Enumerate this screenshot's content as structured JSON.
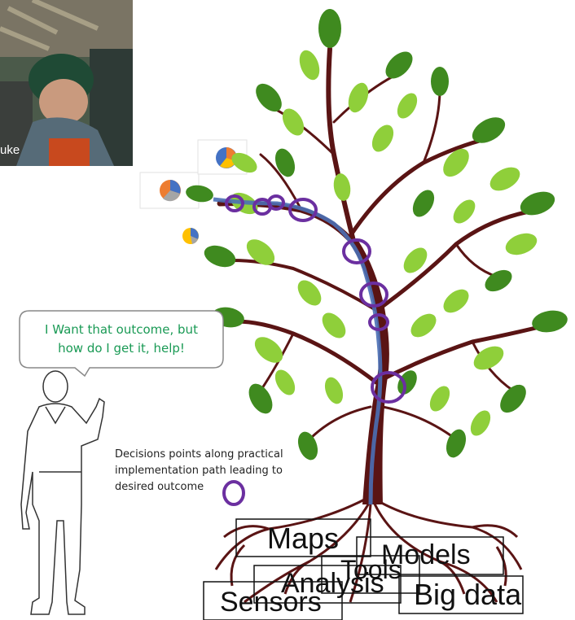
{
  "photo": {
    "caption": "uke"
  },
  "speech_bubble": {
    "line1": "I Want that outcome, but",
    "line2": "how do I get it, help!"
  },
  "decision_note": {
    "line1": "Decisions points along practical",
    "line2": "implementation path leading to",
    "line3": "desired outcome"
  },
  "root_labels": {
    "maps": "Maps",
    "models": "Models",
    "tools": "Tools",
    "analysis": "Analysis",
    "sensors": "Sensors",
    "big_data": "Big data"
  },
  "colors": {
    "trunk": "#5a1414",
    "leaf_dark": "#3f8a1f",
    "leaf_light": "#8fcf3a",
    "path": "#4a6fb5",
    "decision_ring": "#6b2fa0",
    "bubble_text": "#1a9a55"
  }
}
